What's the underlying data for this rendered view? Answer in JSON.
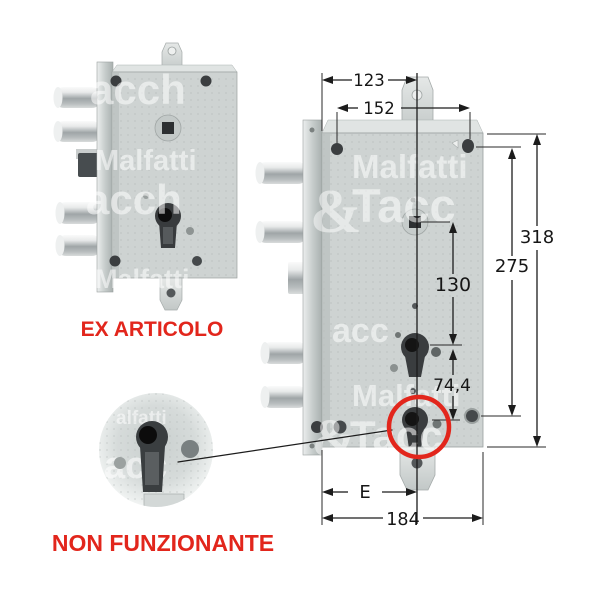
{
  "labels": {
    "ex_articolo": "EX ARTICOLO",
    "non_funzionante": "NON FUNZIONANTE"
  },
  "dimensions": {
    "top_plate_width": "123",
    "screw_spacing_h": "152",
    "total_height": "318",
    "screw_spacing_v": "275",
    "spindle_to_cylinder": "130",
    "cylinder_spacing": "74,4",
    "backset": "E",
    "total_width": "184"
  },
  "watermark": {
    "malfatti": "Malfatti",
    "amp": "&",
    "tacc": "Tacc",
    "acch": "acch",
    "acc": "acc",
    "alfatti": "alfatti"
  },
  "colors": {
    "annotation_red": "#e2261c",
    "line_black": "#1c1c1c",
    "body_gray": "#ced3d2"
  }
}
